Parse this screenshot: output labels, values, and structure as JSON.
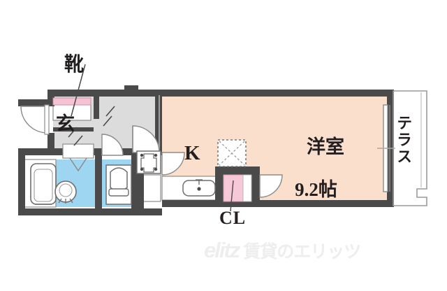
{
  "document": {
    "type": "floor-plan",
    "unit_layout": "1K"
  },
  "labels": {
    "shoe_cabinet": "靴",
    "entrance": "玄",
    "kitchen": "K",
    "closet": "CL",
    "room_name": "洋室",
    "room_size": "9.2帖",
    "terrace": "テラス"
  },
  "watermark": {
    "logo": "elitz",
    "text": "賃貸のエリッツ"
  },
  "rooms": [
    {
      "id": "entrance",
      "name": "玄関",
      "label": "玄",
      "fill": "#dcdcdc"
    },
    {
      "id": "hallway",
      "name": "廊下",
      "label": "",
      "fill": "#dcdcdc"
    },
    {
      "id": "bath",
      "name": "浴室・洗面",
      "label": "",
      "fill": "#9ed6f2"
    },
    {
      "id": "toilet",
      "name": "トイレ",
      "label": "",
      "fill": "#9ed6f2"
    },
    {
      "id": "kitchen",
      "name": "キッチン",
      "label": "K",
      "fill": "#fae0cc"
    },
    {
      "id": "closet",
      "name": "クローゼット",
      "label": "CL",
      "fill": "#f7c8d8"
    },
    {
      "id": "shoe_cabinet",
      "name": "靴箱",
      "label": "靴",
      "fill": "#f7c8d8"
    },
    {
      "id": "western_room",
      "name": "洋室",
      "label": "洋室 9.2帖",
      "fill": "#fae0cc"
    },
    {
      "id": "terrace",
      "name": "テラス",
      "label": "テラス",
      "fill": "#ffffff"
    }
  ],
  "fixtures": [
    {
      "id": "bathtub",
      "name": "浴槽"
    },
    {
      "id": "washbasin",
      "name": "洗面台"
    },
    {
      "id": "toilet-bowl",
      "name": "便器"
    },
    {
      "id": "stove",
      "name": "コンロ"
    },
    {
      "id": "sink",
      "name": "流し台"
    },
    {
      "id": "entrance-door",
      "name": "玄関ドア"
    },
    {
      "id": "overhead-storage",
      "name": "上部収納"
    }
  ],
  "colors": {
    "wall": "#4a4a4a",
    "room_floor": "#fae0cc",
    "hall_floor": "#dcdcdc",
    "water_area": "#9ed6f2",
    "closet_pink": "#f7c8d8",
    "shoe_pink": "#f6c3d5",
    "outline": "#6e6e6e",
    "text": "#231f20",
    "watermark": "#eeeeee",
    "background": "#ffffff"
  }
}
